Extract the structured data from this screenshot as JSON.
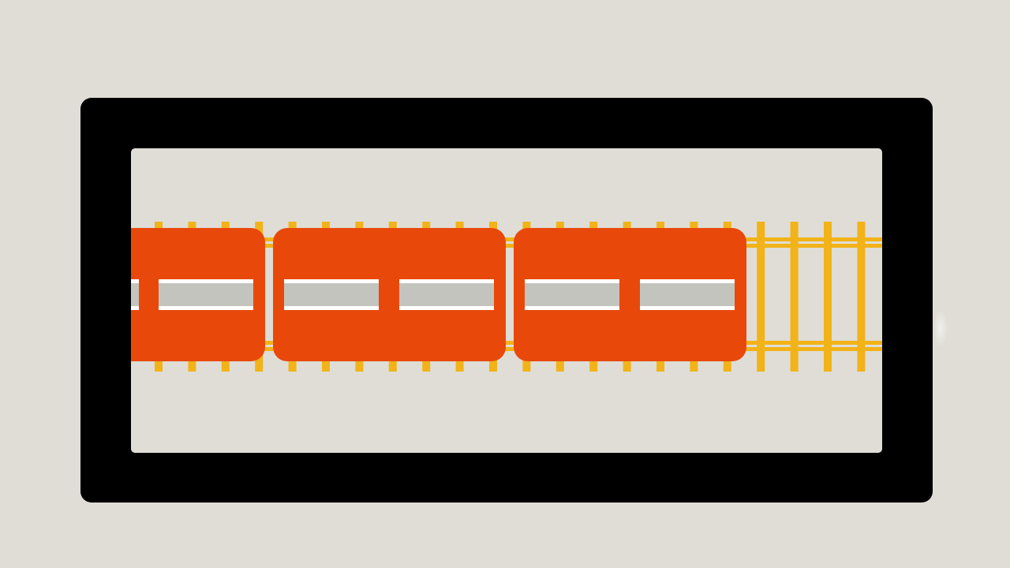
{
  "scene": {
    "colors": {
      "background": "#dfddd6",
      "frame": "#000000",
      "track": "#f2b318",
      "car_body": "#e8490b",
      "window_glass": "#c4c4bf",
      "window_trim": "#ffffff"
    },
    "train": {
      "direction": "left",
      "visible_car_count": 3,
      "windows_per_car": 2
    }
  }
}
